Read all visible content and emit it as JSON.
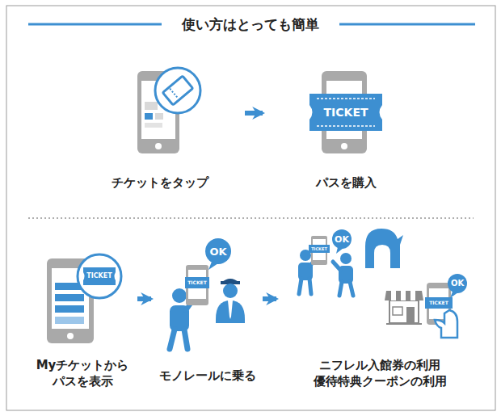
{
  "diagram": {
    "title": "使い方はとっても簡単",
    "nodes": [
      {
        "text": [
          "チケットをタップ"
        ]
      },
      {
        "text": [
          "パスを購入"
        ]
      },
      {
        "text": [
          "Myチケットから パスを表示"
        ]
      },
      {
        "text": [
          "モノレールに乗る"
        ]
      },
      {
        "text": [
          "ニフレル入館券の利用 優待特典クーポンの利用"
        ]
      }
    ],
    "edges": [
      {
        "from": 0,
        "to": 1,
        "arrow": "to"
      },
      {
        "from": 2,
        "to": 3,
        "arrow": "to"
      },
      {
        "from": 3,
        "to": 4,
        "arrow": "to"
      }
    ],
    "labels": [
      "TICKET",
      "TICKET",
      "TICKET",
      "TICKET",
      "TICKET",
      "OK",
      "OK",
      "OK"
    ]
  }
}
